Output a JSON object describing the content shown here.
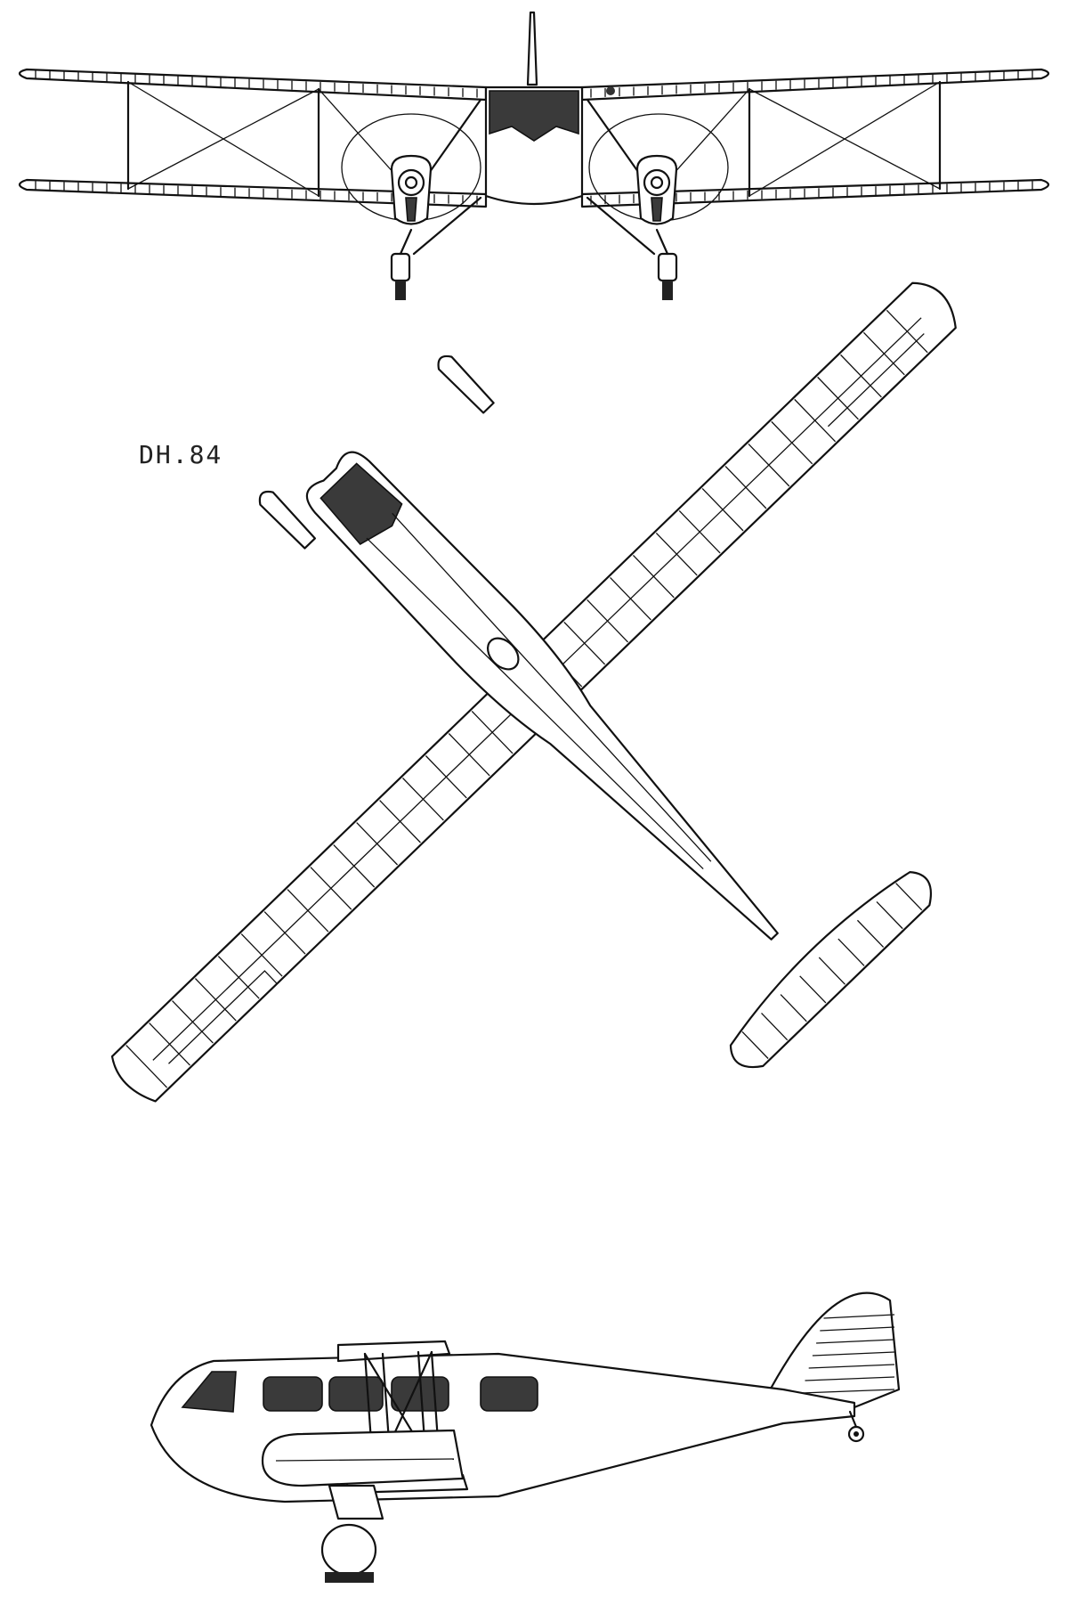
{
  "drawing": {
    "title": "DH.84",
    "views": [
      {
        "name": "front-view"
      },
      {
        "name": "top-view"
      },
      {
        "name": "side-view"
      }
    ],
    "colors": {
      "ink": "#111111",
      "glazing": "#3a3a3a",
      "paper": "#ffffff"
    }
  }
}
